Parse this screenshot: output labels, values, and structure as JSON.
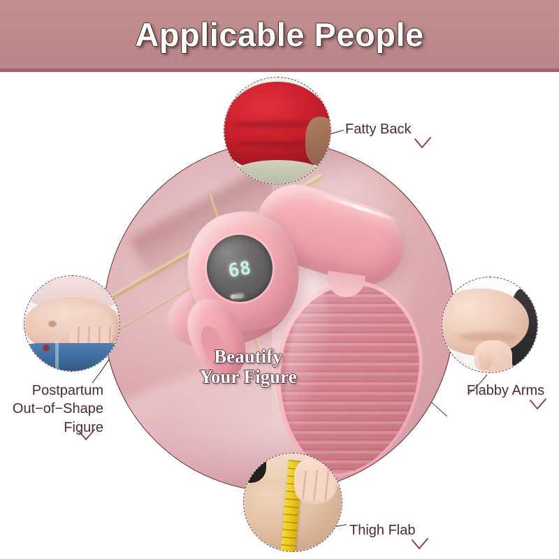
{
  "header": {
    "title": "Applicable People",
    "band_color": "#bd8a8a",
    "underline_color": "#a8606a"
  },
  "product": {
    "slogan": "Beautify\nYour Figure",
    "display_value": "68",
    "display_color": "#cfeeea",
    "body_color": "#f2a8af",
    "pad_color": "#d4818c"
  },
  "callouts": [
    {
      "id": "fatty-back",
      "label": "Fatty Back",
      "photo_alt": "back-in-red-shirt-photo",
      "check": "✓"
    },
    {
      "id": "postpartum",
      "label": "Postpartum\nOut−of−Shape\nFigure",
      "photo_alt": "postpartum-belly-photo",
      "check": "✓"
    },
    {
      "id": "flabby-arms",
      "label": "Flabby Arms",
      "photo_alt": "upper-arm-pinch-photo",
      "check": "✓"
    },
    {
      "id": "thigh-flab",
      "label": "Thigh Flab",
      "photo_alt": "thigh-measuring-tape-photo",
      "check": "✓"
    }
  ],
  "colors": {
    "text": "#4d2b2b",
    "check": "#8f3340",
    "outline": "#5d2b33",
    "background": "#ffffff"
  }
}
